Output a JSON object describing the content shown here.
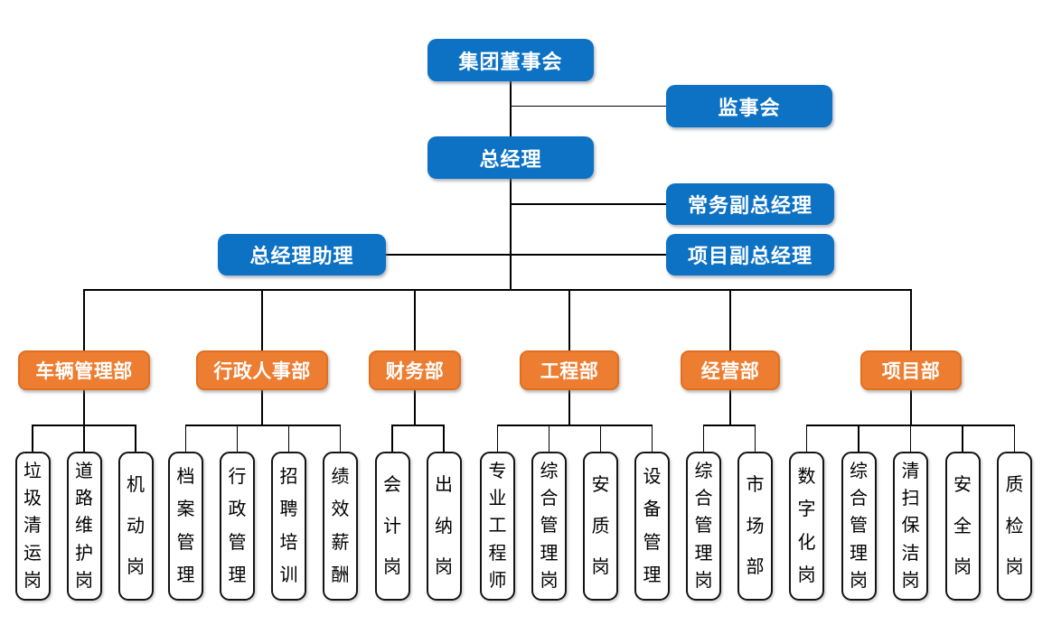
{
  "palette": {
    "executive_box": "#0d72c4",
    "department_box": "#ed7d31",
    "department_border": "#e0701f",
    "leaf_border": "#141414",
    "connector": "#000000",
    "text_on_color": "#ffffff",
    "leaf_text": "#000000"
  },
  "executive": {
    "board": "集团董事会",
    "supervisory_board": "监事会",
    "general_manager": "总经理",
    "executive_deputy_gm": "常务副总经理",
    "gm_assistant": "总经理助理",
    "project_deputy_gm": "项目副总经理"
  },
  "departments": [
    {
      "label": "车辆管理部",
      "children": [
        "垃圾清运岗",
        "道路维护岗",
        "机动岗"
      ]
    },
    {
      "label": "行政人事部",
      "children": [
        "档案管理",
        "行政管理",
        "招聘培训",
        "绩效薪酬"
      ]
    },
    {
      "label": "财务部",
      "children": [
        "会计岗",
        "出纳岗"
      ]
    },
    {
      "label": "工程部",
      "children": [
        "专业工程师",
        "综合管理岗",
        "安质岗",
        "设备管理"
      ]
    },
    {
      "label": "经营部",
      "children": [
        "综合管理岗",
        "市场部"
      ]
    },
    {
      "label": "项目部",
      "children": [
        "数字化岗",
        "综合管理岗",
        "清扫保洁岗",
        "安全岗",
        "质检岗"
      ]
    }
  ]
}
